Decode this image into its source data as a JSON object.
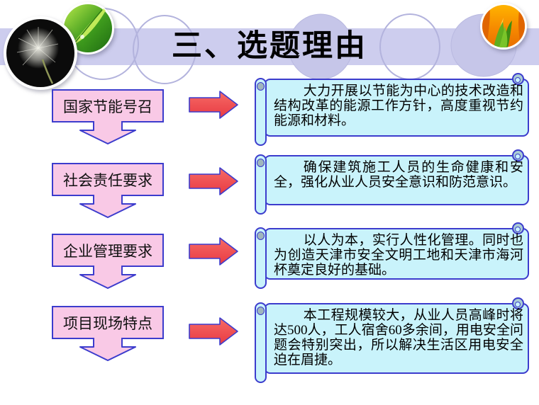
{
  "title": "三、选题理由",
  "rows": [
    {
      "label": "国家节能号召",
      "note": "大力开展以节能为中心的技术改造和结构改革的能源工作方针，高度重视节约能源和材料。"
    },
    {
      "label": "社会责任要求",
      "note": "确保建筑施工人员的生命健康和安全，强化从业人员安全意识和防范意识。"
    },
    {
      "label": "企业管理要求",
      "note": "以人为本，实行人性化管理。同时也为创造天津市安全文明工地和天津市海河杯奠定良好的基础。"
    },
    {
      "label": "项目现场特点",
      "note": "本工程规模较大，从业人员高峰时将达500人，工人宿舍60多余间，用电安全问题会特别突出，所以解决生活区用电安全迫在眉捷。"
    }
  ],
  "colors": {
    "banner_lavender": "#cdcdee",
    "box_pink": "#f9c9e6",
    "note_cyan": "#c9f3fb",
    "arrow_red": "#ee4d52",
    "outline_blue": "#3c3ccd"
  },
  "decor_icons": [
    "dandelion-photo",
    "leaf-photo",
    "tulip-photo",
    "down-arrow-icon",
    "right-arrow-icon",
    "scroll-curl-icon"
  ]
}
